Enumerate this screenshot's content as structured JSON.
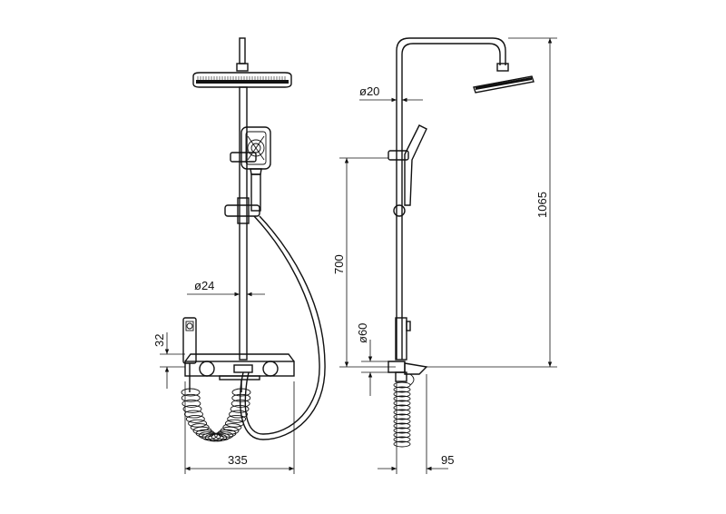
{
  "dimensions": {
    "rail_diameter": "ø24",
    "pipe_diameter": "ø20",
    "bracket_diameter": "ø60",
    "height_1065": "1065",
    "height_700": "700",
    "outlet_32": "32",
    "width_335": "335",
    "depth_95": "95"
  }
}
